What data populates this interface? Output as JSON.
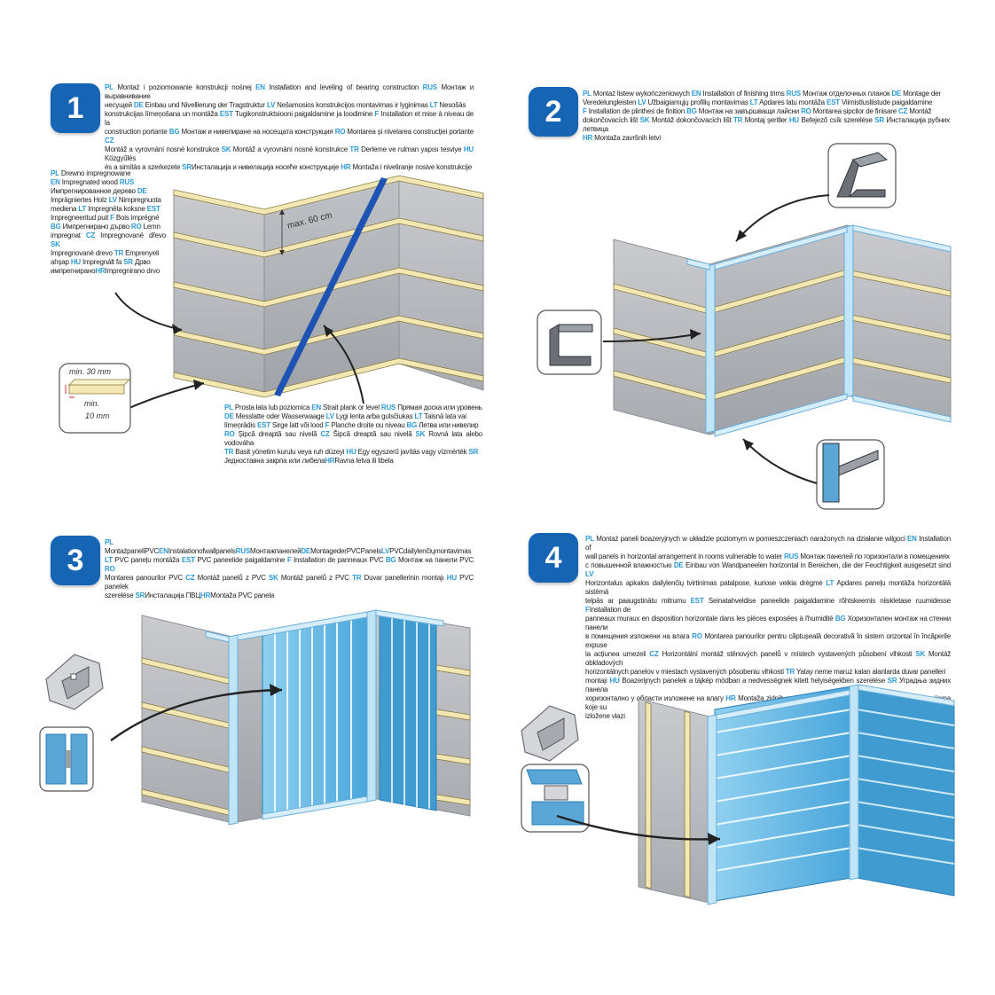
{
  "steps": [
    "1",
    "2",
    "3",
    "4"
  ],
  "step1": {
    "lines": [
      [
        [
          "PL",
          " Montaż i poziomowanie konstrukcji nośnej "
        ],
        [
          "EN",
          " Installation and leveling of bearing construction "
        ],
        [
          "RUS",
          " Монтаж и выравнивание"
        ]
      ],
      [
        [
          "",
          "несущей "
        ],
        [
          "DE",
          " Einbau und Nivellierung der Tragstruktur "
        ],
        [
          "LV",
          " Nešamosios konstrukcijos montavimas ir lyginimas "
        ],
        [
          "LT",
          " Nesošās"
        ]
      ],
      [
        [
          "",
          "konstrukcijas līmeņošana un montāža "
        ],
        [
          "EST",
          " Tugikonstruktsiooni paigaldamine ja loodimine "
        ],
        [
          "F",
          " Installation et mise à niveau de la"
        ]
      ],
      [
        [
          "",
          "construction portante "
        ],
        [
          "BG",
          " Монтаж и нивелиране на носещата конструкция "
        ],
        [
          "RO",
          " Montarea și nivelarea construcției portante "
        ],
        [
          "CZ",
          ""
        ]
      ],
      [
        [
          "",
          "Montáž a vyrovnání nosné konstrukce "
        ],
        [
          "SK",
          " Montáž a vyrovnání nosné konstrukce "
        ],
        [
          "TR",
          " Derleme ve rulman yapısı tesviye "
        ],
        [
          "HU",
          " Közgyűlés"
        ]
      ],
      [
        [
          "",
          "és a simítás a szerkezete "
        ],
        [
          "SR",
          "Инсталација и нивелација носеће конструкције "
        ],
        [
          "HR",
          " Montaža i niveliranje nosive konstrukcije"
        ]
      ]
    ],
    "wood_lines": [
      [
        [
          "PL",
          " Drewno impregnowane"
        ]
      ],
      [
        [
          "EN",
          " Impregnated wood "
        ],
        [
          "RUS",
          ""
        ]
      ],
      [
        [
          "",
          "Импрегнированное дерево "
        ],
        [
          "DE",
          ""
        ]
      ],
      [
        [
          "",
          "Imprägniertes Holz "
        ],
        [
          "LV",
          " Nimpregnuota"
        ]
      ],
      [
        [
          "",
          "mediena "
        ],
        [
          "LT",
          " Impregnēta koksne "
        ],
        [
          "EST",
          ""
        ]
      ],
      [
        [
          "",
          "Impregneeritud puit "
        ],
        [
          "F",
          " Bois imprégné"
        ]
      ],
      [
        [
          "BG",
          " Импрегнирано дърво "
        ],
        [
          "RO",
          " Lemn"
        ]
      ],
      [
        [
          "",
          "impregnat "
        ],
        [
          "CZ",
          " Impregnované dřevo "
        ],
        [
          "SK",
          ""
        ]
      ],
      [
        [
          "",
          "Impregnované drevo "
        ],
        [
          "TR",
          " Emprenyeli"
        ]
      ],
      [
        [
          "",
          "ahşap "
        ],
        [
          "HU",
          " Impregnált fa "
        ],
        [
          "SR",
          " Дрво"
        ]
      ],
      [
        [
          "",
          "импрегнирано"
        ],
        [
          "HR",
          "Impregnirano drvo"
        ]
      ]
    ],
    "level_lines": [
      [
        [
          "PL",
          " Prosta łata lub poziomica "
        ],
        [
          "EN",
          " Strait plank or level "
        ],
        [
          "RUS",
          " Прямая доска или уровень"
        ]
      ],
      [
        [
          "DE",
          " Messlatte oder Wasserwaage "
        ],
        [
          "LV",
          " Lygi lenta arba gulsčiukas "
        ],
        [
          "LT",
          " Taisnā lata vai"
        ]
      ],
      [
        [
          "",
          "līmeņrādis "
        ],
        [
          "EST",
          " Sirge latt või lood "
        ],
        [
          "F",
          " Planche droite ou niveau "
        ],
        [
          "BG",
          " Летва или нивелир"
        ]
      ],
      [
        [
          "RO",
          " Șipcă dreaptă sau nivelă "
        ],
        [
          "CZ",
          " Šipcă dreaptă sau nivelă "
        ],
        [
          "SK",
          " Rovná lata alebo vodováha"
        ]
      ],
      [
        [
          "TR",
          " Basit yönetim kurulu veya ruh düzeyi "
        ],
        [
          "HU",
          " Egy egyszerű javítás vagy vízmérték "
        ],
        [
          "SR",
          ""
        ]
      ],
      [
        [
          "",
          "Једноставна закрпа или либела"
        ],
        [
          "HR",
          "Ravna letva ili libela"
        ]
      ]
    ],
    "max_label": "max. 60 cm",
    "min30_label": "min. 30 mm",
    "min_label": "min.",
    "min10_label": "10 mm"
  },
  "step2": {
    "lines": [
      [
        [
          "PL",
          " Montaż listew wykończeniowych "
        ],
        [
          "EN",
          " Installation of finishing trims "
        ],
        [
          "RUS",
          " Монтаж отделочных планок "
        ],
        [
          "DE",
          " Montage der"
        ]
      ],
      [
        [
          "",
          "Veredelungleisten "
        ],
        [
          "LV",
          " Užbaigiamųjų profilių montavimas "
        ],
        [
          "LT",
          " Apdares latu montāža "
        ],
        [
          "EST",
          " Viimistlusliistude paigaldamine"
        ]
      ],
      [
        [
          "F",
          " Installation de plinthes de finition "
        ],
        [
          "BG",
          " Монтаж на завършващи лайсни "
        ],
        [
          "RO",
          " Montarea șipcilor de finisare "
        ],
        [
          "CZ",
          " Montáž"
        ]
      ],
      [
        [
          "",
          "dokončovacích lišt "
        ],
        [
          "SK",
          " Montáž dokončovacích lišt "
        ],
        [
          "TR",
          " Montaj şeritler "
        ],
        [
          "HU",
          " Befejező csík szerelése "
        ],
        [
          "SR",
          " Инсталација рубних летвица"
        ]
      ],
      [
        [
          "HR",
          " Montaža završnih letvi"
        ]
      ]
    ]
  },
  "step3": {
    "lines": [
      [
        [
          "PL",
          " MontażpaneliPVC"
        ],
        [
          "EN",
          "Instalationofwallpanels"
        ],
        [
          "RUS",
          "Монтажпанелей"
        ],
        [
          "DE",
          "MontagederPVCPanels"
        ],
        [
          "LV",
          "PVCdailylenčiųmontavimas"
        ]
      ],
      [
        [
          "LT",
          " PVC paneļu montāža "
        ],
        [
          "EST",
          " PVC paneelide paigaldamine "
        ],
        [
          "F",
          " Installation de panneaux PVC "
        ],
        [
          "BG",
          " Монтаж на панели PVC "
        ],
        [
          "RO",
          ""
        ]
      ],
      [
        [
          "",
          "Montarea panourilor PVC "
        ],
        [
          "CZ",
          " Montáž panelů z PVC "
        ],
        [
          "SK",
          " Montáž panelů z PVC "
        ],
        [
          "TR",
          " Duvar panellerinin montajı "
        ],
        [
          "HU",
          " PVC panelek"
        ]
      ],
      [
        [
          "",
          "szerelése "
        ],
        [
          "SR",
          "Инсталација ПВЦ"
        ],
        [
          "HR",
          "Montaža PVC panela"
        ]
      ]
    ]
  },
  "step4": {
    "lines": [
      [
        [
          "PL",
          " Montaż paneli boazeryjnych w układzie poziomym w pomieszczeniach narażonych na działanie wilgoci "
        ],
        [
          "EN",
          " Installation of"
        ]
      ],
      [
        [
          "",
          "wall panels in horizontal arrangement in rooms vulnerable to water "
        ],
        [
          "RUS",
          " Монтаж панелей по горизонтали в помещениях"
        ]
      ],
      [
        [
          "",
          "с повышенной влажностью "
        ],
        [
          "DE",
          " Einbau von Wandpaneelen horizontal in Bereichen, die der Feuchtigkeit ausgesetzt sind "
        ],
        [
          "LV",
          ""
        ]
      ],
      [
        [
          "",
          "Horizontalus apkalos dailylenčių tvirtinimas patalpose, kuriose veikia drėgmė "
        ],
        [
          "LT",
          " Apdares paneļu montāža horizontālā sistēmā"
        ]
      ],
      [
        [
          "",
          "telpās ar paaugstinātu mitrumu "
        ],
        [
          "EST",
          " Seinatahveldise paneelide paigaldamine rõhtskeemis niiskletase ruumidesse "
        ],
        [
          "F",
          "Installation de"
        ]
      ],
      [
        [
          "",
          "panneaux muraux en disposition horizontale dans les pièces exposées à l'humidité "
        ],
        [
          "BG",
          " Хоризонтален монтаж на стенни панели"
        ]
      ],
      [
        [
          "",
          "в помещения изложени на влага "
        ],
        [
          "RO",
          " Montarea panourilor pentru căptușeală decorativă în sistem orizontal în încăperile expuse"
        ]
      ],
      [
        [
          "",
          "la acțiunea umezeli "
        ],
        [
          "CZ",
          " Horizontální montáž stěnových panelů v místech vystavených působení vlhkosti "
        ],
        [
          "SK",
          " Montáž obkladových"
        ]
      ],
      [
        [
          "",
          "horizontálnych panelov v miestach vystavených pôsobeniu vlhkosti "
        ],
        [
          "TR",
          " Yatay neme maruz kalan alanlarda duvar panelleri"
        ]
      ],
      [
        [
          "",
          "montajı "
        ],
        [
          "HU",
          " Boazerijnych panelek a tájkép módban a nedvességnek kitett helyiségekben szerelése "
        ],
        [
          "SR",
          " Угрaдња зидних панела"
        ]
      ],
      [
        [
          "",
          "хоризонтално у области изложене на влагу "
        ],
        [
          "HR",
          " Montaža zidnih panela u vodoravnom sustavu montaže u prostorijama koje su"
        ]
      ],
      [
        [
          "",
          "izložene vlazi"
        ]
      ]
    ]
  },
  "colors": {
    "step_blue": "#1565b4",
    "lang_code": "#2c9ad6",
    "wall_grey": "#b3b6bb",
    "batten": "#f3e8b4",
    "panel_blue": "#6eb8e3",
    "panel_dark": "#3f9bd0",
    "level_bar": "#1d54b3"
  }
}
